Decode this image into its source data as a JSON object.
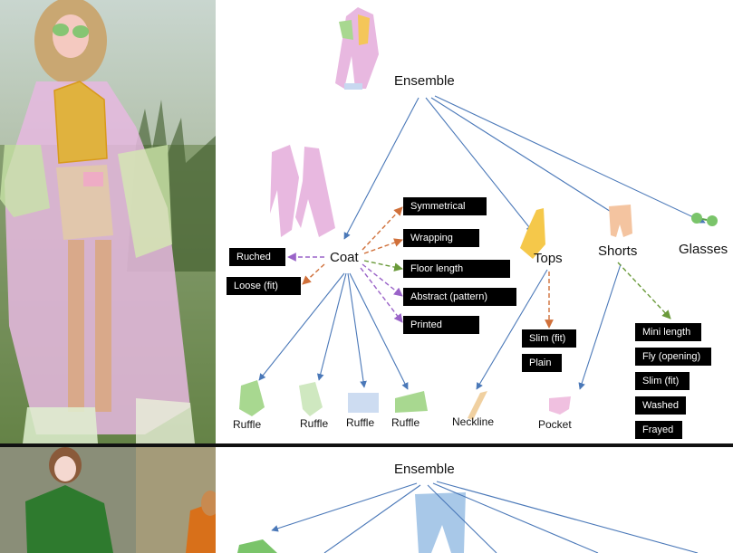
{
  "top": {
    "root_label": "Ensemble",
    "categories": {
      "coat": "Coat",
      "tops": "Tops",
      "shorts": "Shorts",
      "glasses": "Glasses"
    },
    "coat_left_attrs": [
      "Ruched",
      "Loose (fit)"
    ],
    "coat_right_attrs": [
      "Symmetrical",
      "Wrapping",
      "Floor length",
      "Abstract (pattern)",
      "Printed"
    ],
    "coat_parts": [
      "Ruffle",
      "Ruffle",
      "Ruffle",
      "Ruffle"
    ],
    "tops_part": "Neckline",
    "tops_attrs": [
      "Slim (fit)",
      "Plain"
    ],
    "shorts_part": "Pocket",
    "shorts_attrs": [
      "Mini length",
      "Fly (opening)",
      "Slim (fit)",
      "Washed",
      "Frayed"
    ]
  },
  "bottom": {
    "root_label": "Ensemble"
  },
  "colors": {
    "tree_edge": "#4a78b8",
    "attr_edge_orange": "#d0703a",
    "attr_edge_purple": "#9a63c8",
    "attr_edge_green": "#6a9a3a",
    "coat_shape": "#e8b8e0",
    "tops_shape": "#f5c84a",
    "shorts_shape": "#f4c4a0",
    "glasses_shape": "#7ac46a",
    "ruffle_green": "#a8d890",
    "ruffle_blue": "#c8d8f0",
    "neckline_shape": "#f0d0a0",
    "pocket_shape": "#f0c0e0",
    "bottom_photo_green": "#2e7a2e",
    "bottom_jeans": "#a8c8e8"
  }
}
